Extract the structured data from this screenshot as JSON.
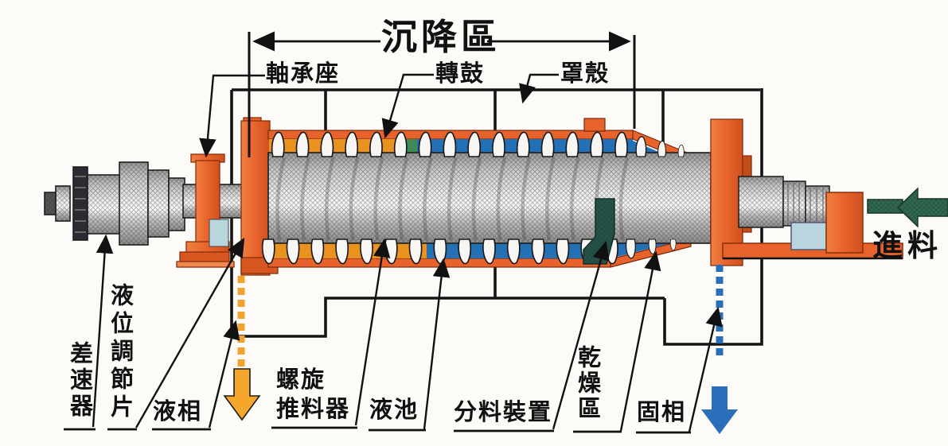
{
  "diagram": {
    "type": "decanter-centrifuge-cutaway",
    "labels": {
      "settling_zone": "沉降區",
      "bearing_seat": "軸承座",
      "bowl": "轉鼓",
      "casing": "罩殼",
      "feed": "進料",
      "differential": "差速器",
      "level_adjust_plate": "液位調節片",
      "liquid_phase": "液相",
      "screw_conveyor_line1": "螺旋",
      "screw_conveyor_line2": "推料器",
      "liquid_pool": "液池",
      "feed_distributor": "分料裝置",
      "drying_zone": "乾燥區",
      "solid_phase": "固相"
    },
    "colors": {
      "frame_orange": "#e8632c",
      "sediment_orange": "#e9921f",
      "pool_blue": "#2470b4",
      "pale_blue": "#b9d6de",
      "feed_teal": "#2f6a52",
      "distributor_teal": "#24554a",
      "liquid_arrow_orange": "#f5a62c",
      "solid_arrow_blue": "#2b6fba",
      "metal_gray": "#c9c9c9",
      "line_black": "#111111"
    },
    "arrows": {
      "feed_direction": "left-into-machine",
      "liquid_phase_direction": "down",
      "solid_phase_direction": "down",
      "settling_zone_span": "double-headed-horizontal"
    }
  }
}
